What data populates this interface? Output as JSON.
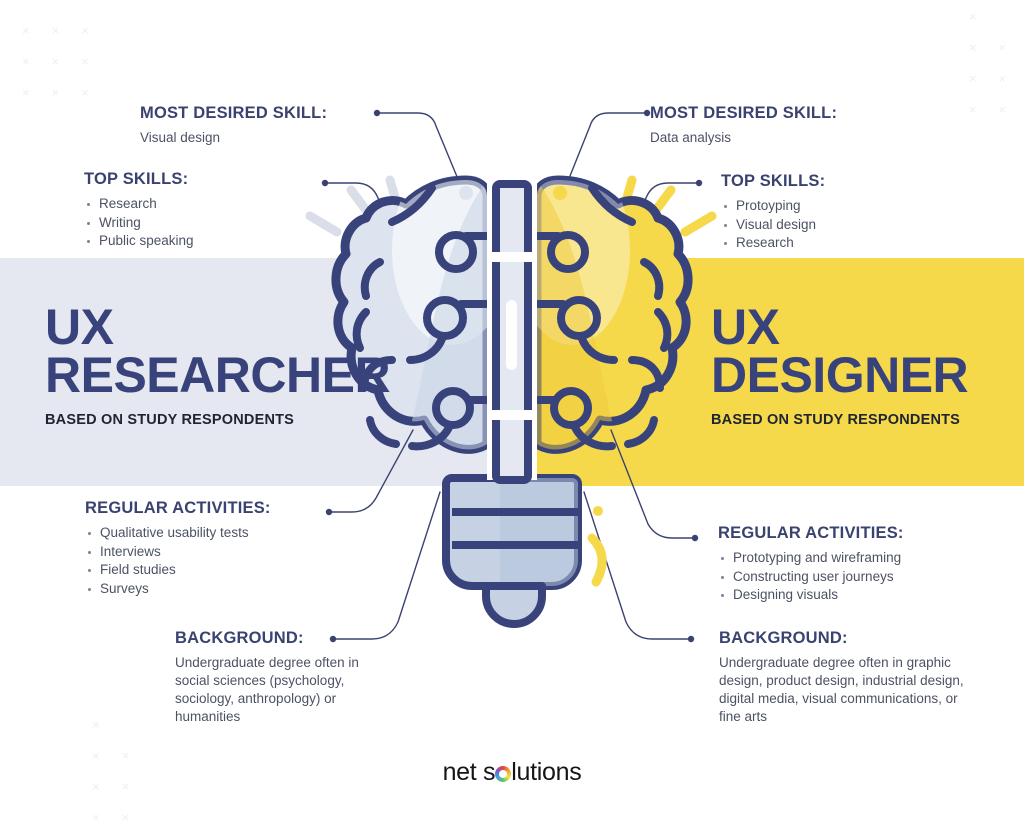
{
  "meta": {
    "logo_text_1": "net s",
    "logo_icon": "rainbow-ring-o-icon",
    "logo_text_2": "lutions"
  },
  "colors": {
    "navy": "#39437B",
    "yellow": "#F5D94B",
    "band_left": "#E5E8F0",
    "band_right": "#F5D94B",
    "body_text": "#4C5264",
    "heading": "#3A4370"
  },
  "left": {
    "title_line1": "UX",
    "title_line2": "RESEARCHER",
    "caption": "BASED ON STUDY RESPONDENTS",
    "most_desired_skill": {
      "heading": "MOST DESIRED SKILL:",
      "value": "Visual design"
    },
    "top_skills": {
      "heading": "TOP SKILLS:",
      "items": [
        "Research",
        "Writing",
        "Public speaking"
      ]
    },
    "regular_activities": {
      "heading": "REGULAR ACTIVITIES:",
      "items": [
        "Qualitative usability tests",
        "Interviews",
        "Field studies",
        "Surveys"
      ]
    },
    "background": {
      "heading": "BACKGROUND:",
      "value": "Undergraduate degree often in social sciences (psychology, sociology, anthropology) or humanities"
    }
  },
  "right": {
    "title_line1": "UX",
    "title_line2": "DESIGNER",
    "caption": "BASED ON STUDY RESPONDENTS",
    "most_desired_skill": {
      "heading": "MOST DESIRED SKILL:",
      "value": "Data analysis"
    },
    "top_skills": {
      "heading": "TOP SKILLS:",
      "items": [
        "Protoyping",
        "Visual design",
        "Research"
      ]
    },
    "regular_activities": {
      "heading": "REGULAR ACTIVITIES:",
      "items": [
        "Prototyping and wireframing",
        "Constructing user journeys",
        "Designing visuals"
      ]
    },
    "background": {
      "heading": "BACKGROUND:",
      "value": "Undergraduate degree often in graphic design, product design, industrial design, digital media, visual communications, or fine arts"
    }
  },
  "decor": {
    "corner_mark": "×",
    "illustration": "split-brain-lightbulb-illustration"
  }
}
